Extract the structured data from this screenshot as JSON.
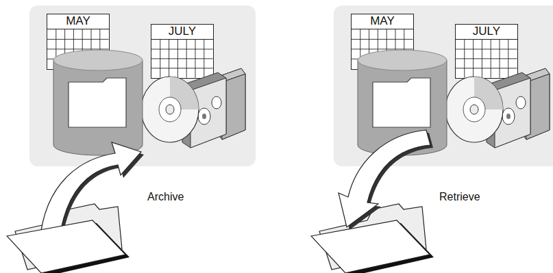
{
  "diagram": {
    "nodes": [
      {
        "text": [
          "MAY"
        ]
      },
      {
        "text": [
          "JULY"
        ]
      },
      {
        "text": [
          "MAY"
        ]
      },
      {
        "text": [
          "JULY"
        ]
      }
    ],
    "labels": [
      "Archive",
      "Retrieve"
    ]
  }
}
